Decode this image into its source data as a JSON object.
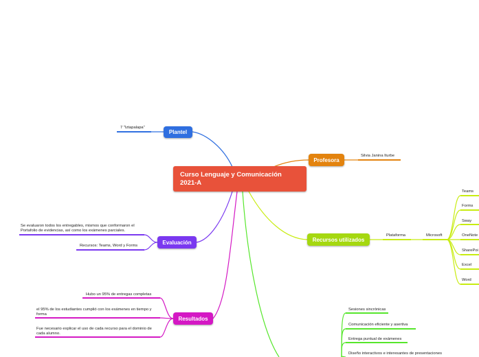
{
  "colors": {
    "root": "#e8523a",
    "plantel": "#2f6fe0",
    "profesora": "#e3830e",
    "recursos": "#a5d810",
    "evaluacion": "#7a38f0",
    "resultados": "#d418c4",
    "green_branch": "#55e62a"
  },
  "root": {
    "title": "Curso Lenguaje y Comunicación 2021-A"
  },
  "plantel": {
    "label": "Plantel",
    "child": "7 \"Iztapalapa\""
  },
  "profesora": {
    "label": "Profesora",
    "child": "Silvia Janina Iturbe"
  },
  "recursos": {
    "label": "Recursos utilizados",
    "plataforma": "Plataforma",
    "microsoft": "Microsoft",
    "apps": [
      "Teams",
      "Forms",
      "Sway",
      "OneNote",
      "SharePoi",
      "Excel",
      "Word"
    ]
  },
  "evaluacion": {
    "label": "Evaluación",
    "items": [
      "Se evaluaron todos los entregables, mismos que conformaron el Portafolio de evidencias, así como los exámenes parciales.",
      "Recursos: Teams, Word y Forms"
    ]
  },
  "resultados": {
    "label": "Resultados",
    "items": [
      "Hubo un 95% de entregas completas",
      "el 95% de los estudiantes cumplió con los exámenes en tiempo y forma",
      "Fue necesario explicar el uso de cada recurso para el dominio de cada alumno."
    ]
  },
  "green_branch": {
    "items": [
      "Sesiones sincrónicas",
      "Comunicación eficiente y asertiva",
      "Entrega puntual de exámenes",
      "Diseño interactivos e interesantes de presentaciones"
    ]
  }
}
